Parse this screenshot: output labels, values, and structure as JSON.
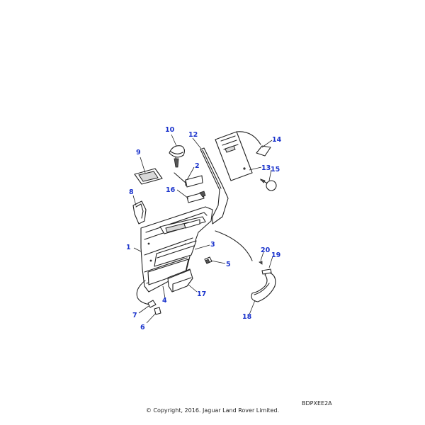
{
  "diagram": {
    "reference_code": "BDPXEE2A",
    "copyright": "© Copyright, 2016. Jaguar Land Rover Limited.",
    "colors": {
      "callout": "#1a33cc",
      "line": "#222222",
      "background": "#ffffff"
    },
    "callouts": [
      {
        "id": "1",
        "label": "1"
      },
      {
        "id": "2",
        "label": "2"
      },
      {
        "id": "3",
        "label": "3"
      },
      {
        "id": "4",
        "label": "4"
      },
      {
        "id": "5",
        "label": "5"
      },
      {
        "id": "6",
        "label": "6"
      },
      {
        "id": "7",
        "label": "7"
      },
      {
        "id": "8",
        "label": "8"
      },
      {
        "id": "9",
        "label": "9"
      },
      {
        "id": "10",
        "label": "10"
      },
      {
        "id": "12",
        "label": "12"
      },
      {
        "id": "13",
        "label": "13"
      },
      {
        "id": "14",
        "label": "14"
      },
      {
        "id": "15",
        "label": "15"
      },
      {
        "id": "16",
        "label": "16"
      },
      {
        "id": "17",
        "label": "17"
      },
      {
        "id": "18",
        "label": "18"
      },
      {
        "id": "19",
        "label": "19"
      },
      {
        "id": "20",
        "label": "20"
      }
    ]
  }
}
